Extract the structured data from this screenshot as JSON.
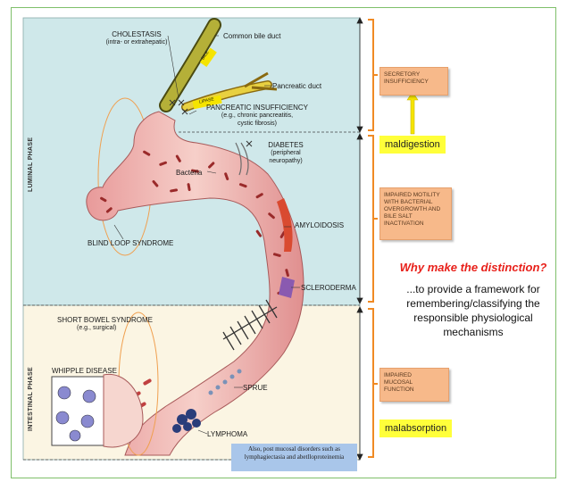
{
  "phases": {
    "luminal": "LUMINAL PHASE",
    "intestinal": "INTESTINAL PHASE"
  },
  "labels": {
    "cholestasis_1": "CHOLESTASIS",
    "cholestasis_2": "(intra- or extrahepatic)",
    "bile_duct": "Common bile duct",
    "pancreatic_duct": "Pancreatic duct",
    "pancreatic_ins_1": "PANCREATIC INSUFFICIENCY",
    "pancreatic_ins_2": "(e.g., chronic pancreatitis,",
    "pancreatic_ins_3": "cystic fibrosis)",
    "diabetes_1": "DIABETES",
    "diabetes_2": "(peripheral",
    "diabetes_3": "neuropathy)",
    "bacteria": "Bacteria",
    "amyloidosis": "AMYLOIDOSIS",
    "blind_loop": "BLIND LOOP SYNDROME",
    "scleroderma": "SCLERODERMA",
    "short_bowel_1": "SHORT BOWEL SYNDROME",
    "short_bowel_2": "(e.g., surgical)",
    "whipple": "WHIPPLE DISEASE",
    "sprue": "SPRUE",
    "lymphoma": "LYMPHOMA",
    "bile_tag": "BILE",
    "lipase_tag": "LIPASE"
  },
  "boxes": {
    "secretory": "SECRETORY\nINSUFFICIENCY",
    "motility": "IMPAIRED MOTILITY\nWITH BACTERIAL\nOVERGROWTH AND\nBILE SALT\nINACTIVATION",
    "mucosal": "IMPAIRED\nMUCOSAL\nFUNCTION"
  },
  "categories": {
    "maldigestion": "maldigestion",
    "malabsorption": "malabsorption"
  },
  "question": "Why make  the distinction?",
  "answer": "...to provide a framework for remembering/classifying the responsible  physiological mechanisms",
  "note": "Also, post mucosal disorders such as lymphagiectasia and abetlloproteinemia",
  "colors": {
    "luminal_bg": "#cfe8ea",
    "intestinal_bg": "#fbf5e3",
    "bracket": "#f08a24",
    "box": "#f7b98a",
    "highlight": "#ffff3a",
    "question": "#e8201a",
    "note_bg": "#a9c6ea"
  }
}
